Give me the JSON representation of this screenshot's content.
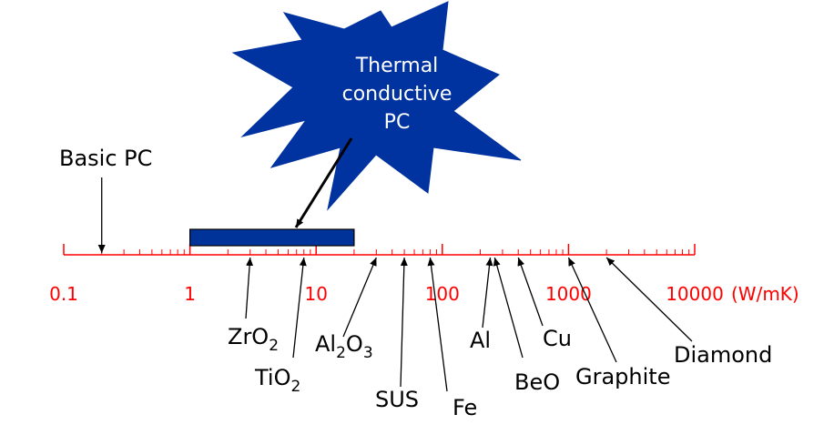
{
  "diagram": {
    "burst_lines": [
      "Thermal",
      "conductive",
      "PC"
    ],
    "basic_label": "Basic PC",
    "axis": {
      "scale": "log",
      "range": [
        0.1,
        10000
      ],
      "color": "#ff0000",
      "tick_labels": [
        "0.1",
        "1",
        "10",
        "100",
        "1000",
        "10000"
      ],
      "unit": "(W/mK)"
    },
    "basic_pc_value": 0.2,
    "pc_range": [
      1,
      20
    ],
    "materials": [
      {
        "main": "ZrO",
        "sub": "2",
        "value": 3
      },
      {
        "main": "TiO",
        "sub": "2",
        "value": 8
      },
      {
        "main": "Al",
        "sub": "2",
        "main2": "O",
        "sub2": "3",
        "value": 30
      },
      {
        "main": "SUS",
        "value": 50
      },
      {
        "main": "Fe",
        "value": 80
      },
      {
        "main": "Al",
        "value": 240
      },
      {
        "main": "BeO",
        "value": 260
      },
      {
        "main": "Cu",
        "value": 400
      },
      {
        "main": "Graphite",
        "value": 1000
      },
      {
        "main": "Diamond",
        "value": 2000
      }
    ],
    "colors": {
      "burst_fill": "#0033a0",
      "bar_fill": "#003399",
      "axis": "#ff0000",
      "text": "#000000"
    }
  }
}
